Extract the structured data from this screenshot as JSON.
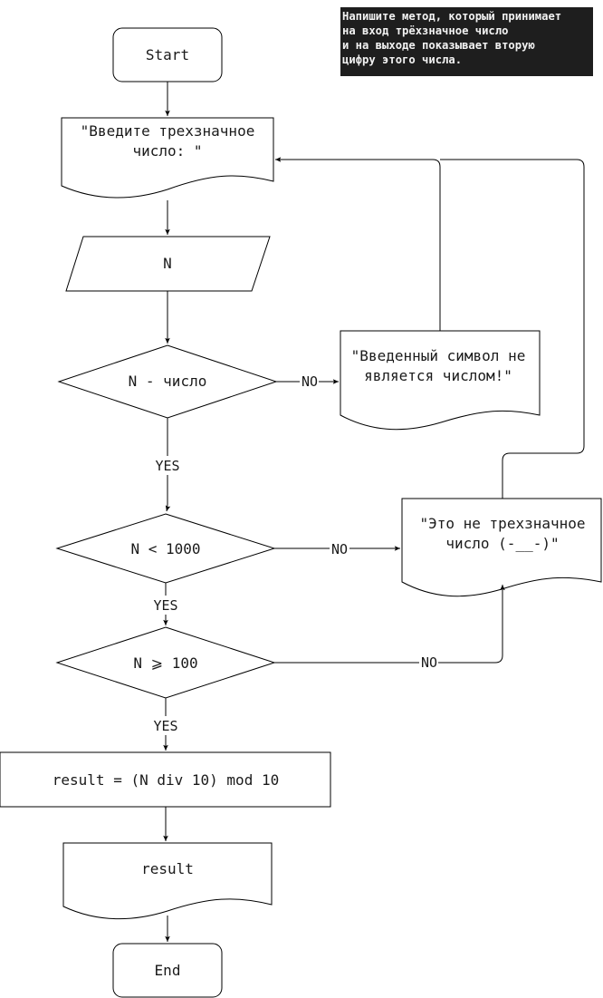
{
  "task_note": {
    "lines": [
      "Напишите метод, который принимает",
      "на вход трёхзначное число",
      "и на выходе показывает вторую",
      "цифру этого числа."
    ]
  },
  "nodes": {
    "start": "Start",
    "prompt_line1": "\"Введите трехзначное",
    "prompt_line2": "число: \"",
    "input": "N",
    "check_number": "N - число",
    "error_not_number_line1": "\"Введенный символ не",
    "error_not_number_line2": "является числом!\"",
    "check_lt_1000": "N < 1000",
    "error_not_3digit_line1": "\"Это не трехзначное",
    "error_not_3digit_line2": "число (-__-)\"",
    "check_ge_100": "N ⩾ 100",
    "process": "result = (N div 10) mod 10",
    "output": "result",
    "end": "End"
  },
  "edge_labels": {
    "check_number_no": "NO",
    "check_number_yes": "YES",
    "lt_1000_no": "NO",
    "lt_1000_yes": "YES",
    "ge_100_no": "NO",
    "ge_100_yes": "YES"
  },
  "colors": {
    "stroke": "#000000",
    "text": "#1a1a1a",
    "note_background": "#1e1e1e",
    "note_text": "#f2f2f2"
  }
}
